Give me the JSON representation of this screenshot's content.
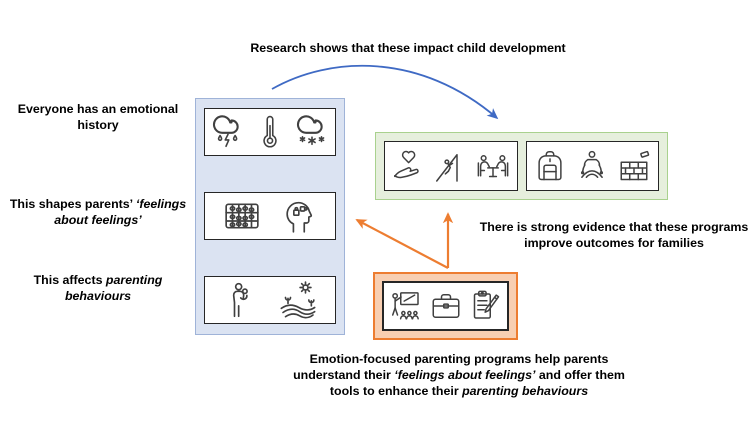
{
  "captions": {
    "top": "Research shows that these impact child development",
    "left": [
      {
        "runs": [
          {
            "t": "Everyone has an emotional history"
          }
        ]
      },
      {
        "runs": [
          {
            "t": "This shapes parents’ "
          },
          {
            "t": "‘feelings about feelings’",
            "i": true
          }
        ]
      },
      {
        "runs": [
          {
            "t": "This affects "
          },
          {
            "t": "parenting behaviours",
            "i": true
          }
        ]
      }
    ],
    "right": "There is strong evidence that these programs improve outcomes for families",
    "bottom": {
      "runs": [
        {
          "t": "Emotion-focused parenting programs help parents understand their "
        },
        {
          "t": "‘feelings about feelings’",
          "i": true
        },
        {
          "t": " and offer them tools to enhance their "
        },
        {
          "t": "parenting behaviours",
          "i": true
        }
      ]
    }
  },
  "boxes": {
    "history": {
      "panels": [
        {
          "icons": [
            "rain-cloud-icon",
            "thermometer-icon",
            "snow-cloud-icon"
          ]
        },
        {
          "icons": [
            "abacus-icon",
            "head-puzzle-icon"
          ]
        },
        {
          "icons": [
            "parent-child-icon",
            "field-sun-icon"
          ]
        }
      ]
    },
    "outcomes": {
      "panels": [
        {
          "icons": [
            "hand-heart-icon",
            "climber-icon",
            "conversation-icon"
          ]
        },
        {
          "icons": [
            "backpack-icon",
            "meditation-icon",
            "brick-wall-icon"
          ]
        }
      ]
    },
    "program": {
      "panels": [
        {
          "icons": [
            "teacher-icon",
            "briefcase-icon",
            "clipboard-pencil-icon"
          ]
        }
      ]
    }
  },
  "colors": {
    "background": "#ffffff",
    "text": "#000000",
    "history_fill": "#dbe3f2",
    "history_border": "#9fb3d8",
    "outcomes_fill": "#e6efdd",
    "outcomes_border": "#a9d18e",
    "program_fill": "#f8cfb2",
    "program_border": "#ed7d31",
    "panel_fill": "#ffffff",
    "panel_border": "#262626",
    "icon_stroke": "#404040",
    "arrow_blue": "#3f6ac4",
    "arrow_orange": "#ed7d31"
  }
}
